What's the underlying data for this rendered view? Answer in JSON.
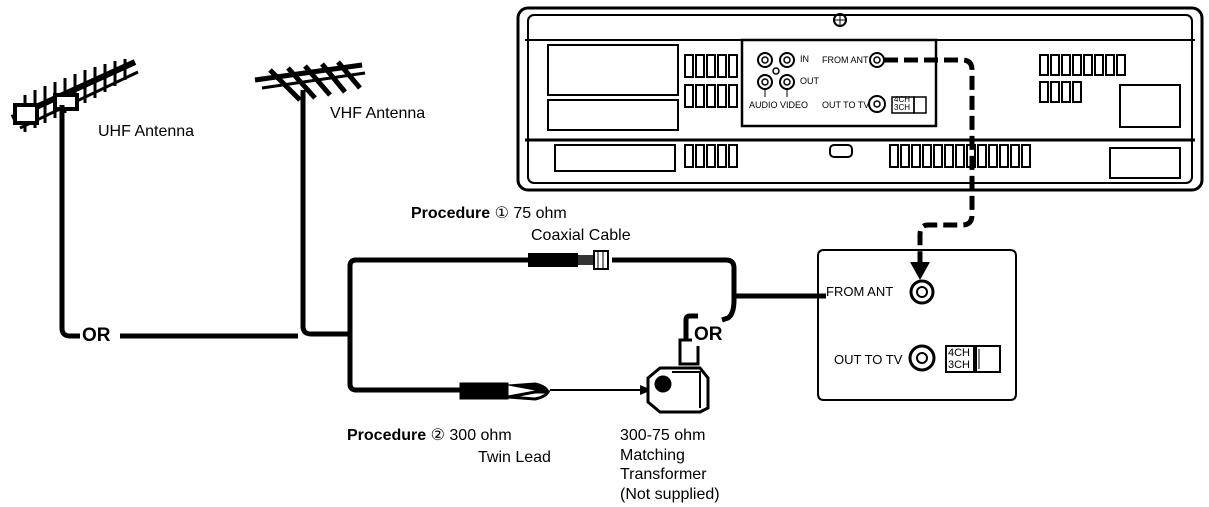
{
  "antennas": {
    "uhf_label": "UHF Antenna",
    "vhf_label": "VHF Antenna",
    "or_left": "OR"
  },
  "procedure1": {
    "word": "Procedure",
    "number": "①",
    "line1": "75 ohm",
    "line2": "Coaxial Cable"
  },
  "procedure2": {
    "word": "Procedure",
    "number": "②",
    "line1": "300 ohm",
    "line2": "Twin Lead"
  },
  "transformer": {
    "or_label": "OR",
    "line1": "300-75 ohm",
    "line2": "Matching",
    "line3": "Transformer",
    "line4": "(Not supplied)"
  },
  "vcr_top": {
    "from_ant": "FROM ANT",
    "out_to_tv": "OUT TO TV",
    "in": "IN",
    "out": "OUT",
    "audio_video": "AUDIO VIDEO",
    "ch4": "4CH",
    "ch3": "3CH"
  },
  "vcr_panel": {
    "from_ant": "FROM ANT",
    "out_to_tv": "OUT TO TV",
    "ch4": "4CH",
    "ch3": "3CH"
  }
}
